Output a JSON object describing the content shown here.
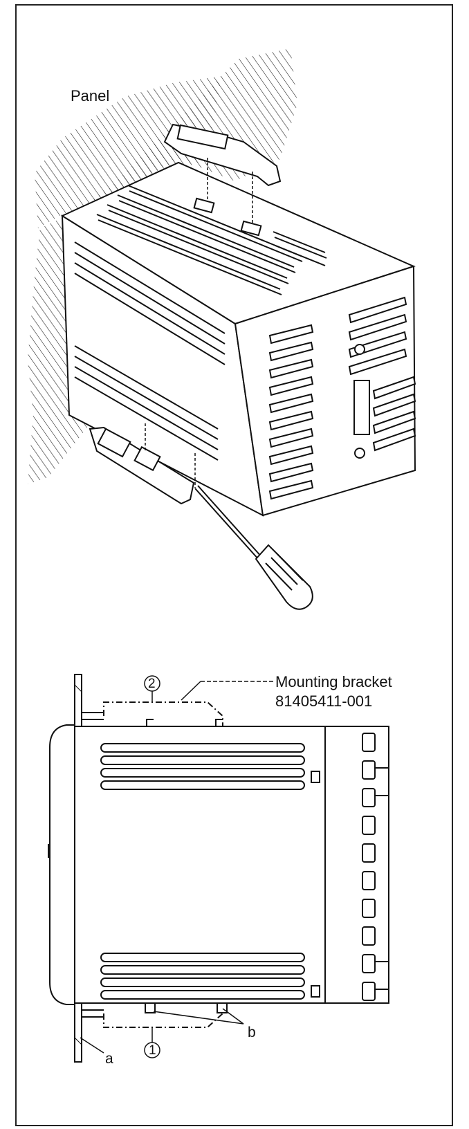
{
  "top_view": {
    "panel_label": "Panel"
  },
  "side_view": {
    "bracket_name": "Mounting bracket",
    "bracket_part_number": "81405411-001",
    "callout_upper": "2",
    "callout_lower": "1",
    "letter_a": "a",
    "letter_b": "b"
  }
}
